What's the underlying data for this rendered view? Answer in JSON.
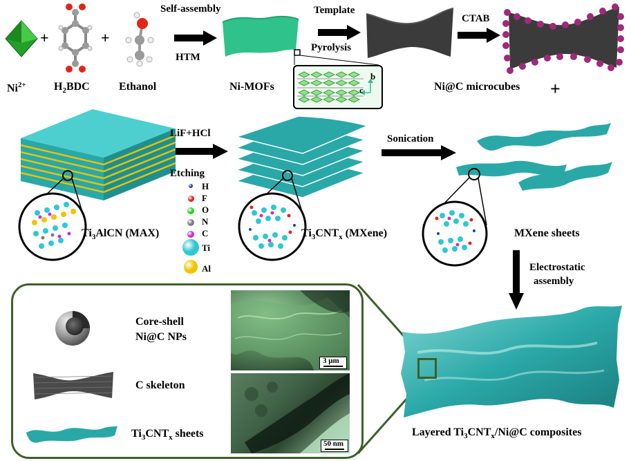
{
  "colors": {
    "mof_green": "#2fc28a",
    "mxene_teal": "#2aa8a8",
    "carbon_dark": "#3b3b3b",
    "ctab_purple": "#a0297a",
    "inset_border": "#3e5f2a",
    "al_layer": "#e9c400",
    "ni_octahedron": "#22a02a"
  },
  "row1": {
    "ni_sup": "2+",
    "ni_base": "Ni",
    "h2bdc_pre": "H",
    "h2bdc_sub": "2",
    "h2bdc_post": "BDC",
    "ethanol": "Ethanol",
    "plus1": "+",
    "plus2": "+",
    "self_assembly": "Self-assembly",
    "htm": "HTM",
    "ni_mofs": "Ni-MOFs",
    "template": "Template",
    "pyrolysis": "Pyrolysis",
    "axis_b": "b",
    "axis_c": "c",
    "ctab": "CTAB",
    "ni_c_microcubes": "Ni@C microcubes",
    "plus3": "+"
  },
  "row2": {
    "lif_hcl": "LiF+HCl",
    "etching": "Etching",
    "max_pre": "Ti",
    "max_sub1": "3",
    "max_post": "AlCN (MAX)",
    "mxene_pre": "Ti",
    "mxene_sub1": "3",
    "mxene_mid": "CNT",
    "mxene_sub2": "x",
    "mxene_post": " (MXene)",
    "sonication": "Sonication",
    "mxene_sheets": "MXene sheets",
    "electrostatic": "Electrostatic",
    "assembly": "assembly",
    "legend": [
      {
        "label": "H",
        "color": "#1f3fa0"
      },
      {
        "label": "F",
        "color": "#e0261b"
      },
      {
        "label": "O",
        "color": "#2ad12a"
      },
      {
        "label": "N",
        "color": "#7b7b7b"
      },
      {
        "label": "C",
        "color": "#c82bd6"
      },
      {
        "label": "Ti",
        "color": "#2ec8d0"
      },
      {
        "label": "Al",
        "color": "#f2c400"
      }
    ]
  },
  "inset": {
    "core_shell_line1": "Core-shell",
    "core_shell_line2": "Ni@C NPs",
    "c_skeleton": "C skeleton",
    "sheets_pre": "Ti",
    "sheets_sub1": "3",
    "sheets_mid": "CNT",
    "sheets_sub2": "x",
    "sheets_post": " sheets",
    "scale1": "3 μm",
    "scale2": "50 nm"
  },
  "composite": {
    "pre": "Layered Ti",
    "sub1": "3",
    "mid": "CNT",
    "sub2": "x",
    "post": "/Ni@C composites"
  }
}
